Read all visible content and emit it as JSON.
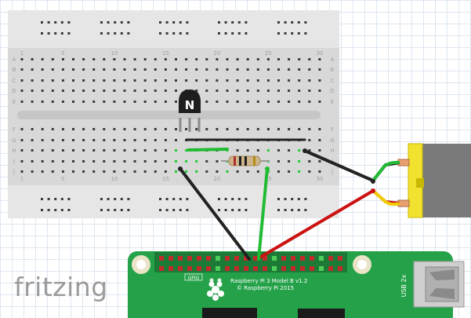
{
  "brand": {
    "name": "fritzing"
  },
  "breadboard": {
    "row_labels_top": [
      "A",
      "B",
      "C",
      "D",
      "E"
    ],
    "row_labels_bottom": [
      "F",
      "G",
      "H",
      "I",
      "J"
    ],
    "column_numbers": [
      "1",
      "5",
      "10",
      "15",
      "20",
      "25",
      "30"
    ]
  },
  "transistor": {
    "label": "N"
  },
  "pi_board": {
    "model_line": "Raspberry Pi 3 Model B v1.2",
    "copyright": "© Raspberry Pi 2015",
    "gpio_label": "GPIO",
    "usb_label": "USB 2x"
  },
  "colors": {
    "wire_black": "#222222",
    "wire_red": "#cc1111",
    "wire_green": "#22bb33",
    "wire_yellow": "#f0cc00",
    "pcb_green": "#25a249",
    "breadboard": "#dcdcdc",
    "motor_yellow": "#f2e230"
  }
}
